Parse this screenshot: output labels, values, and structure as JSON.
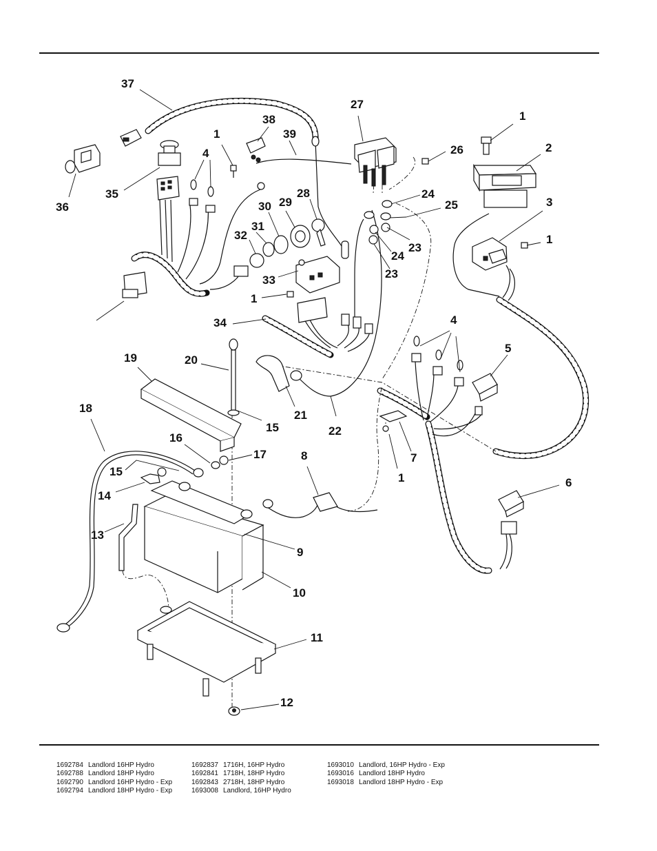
{
  "callouts": [
    "37",
    "38",
    "39",
    "1",
    "4",
    "27",
    "26",
    "1",
    "2",
    "3",
    "1",
    "35",
    "36",
    "28",
    "29",
    "30",
    "31",
    "32",
    "33",
    "1",
    "34",
    "24",
    "25",
    "24",
    "23",
    "23",
    "4",
    "5",
    "19",
    "20",
    "15",
    "21",
    "22",
    "7",
    "1",
    "18",
    "16",
    "17",
    "8",
    "6",
    "15",
    "14",
    "13",
    "9",
    "10",
    "11",
    "12"
  ],
  "models": [
    [
      {
        "number": "1692784",
        "name": "Landlord 16HP Hydro"
      },
      {
        "number": "1692788",
        "name": "Landlord 18HP Hydro"
      },
      {
        "number": "1692790",
        "name": "Landlord 16HP Hydro - Exp"
      },
      {
        "number": "1692794",
        "name": "Landlord 18HP Hydro - Exp"
      }
    ],
    [
      {
        "number": "1692837",
        "name": "1716H, 16HP Hydro"
      },
      {
        "number": "1692841",
        "name": "1718H, 18HP Hydro"
      },
      {
        "number": "1692843",
        "name": "2718H, 18HP Hydro"
      },
      {
        "number": "1693008",
        "name": "Landlord, 16HP Hydro"
      }
    ],
    [
      {
        "number": "1693010",
        "name": "Landlord, 16HP Hydro - Exp"
      },
      {
        "number": "1693016",
        "name": "Landlord 18HP Hydro"
      },
      {
        "number": "1693018",
        "name": "Landlord 18HP Hydro - Exp"
      }
    ]
  ]
}
